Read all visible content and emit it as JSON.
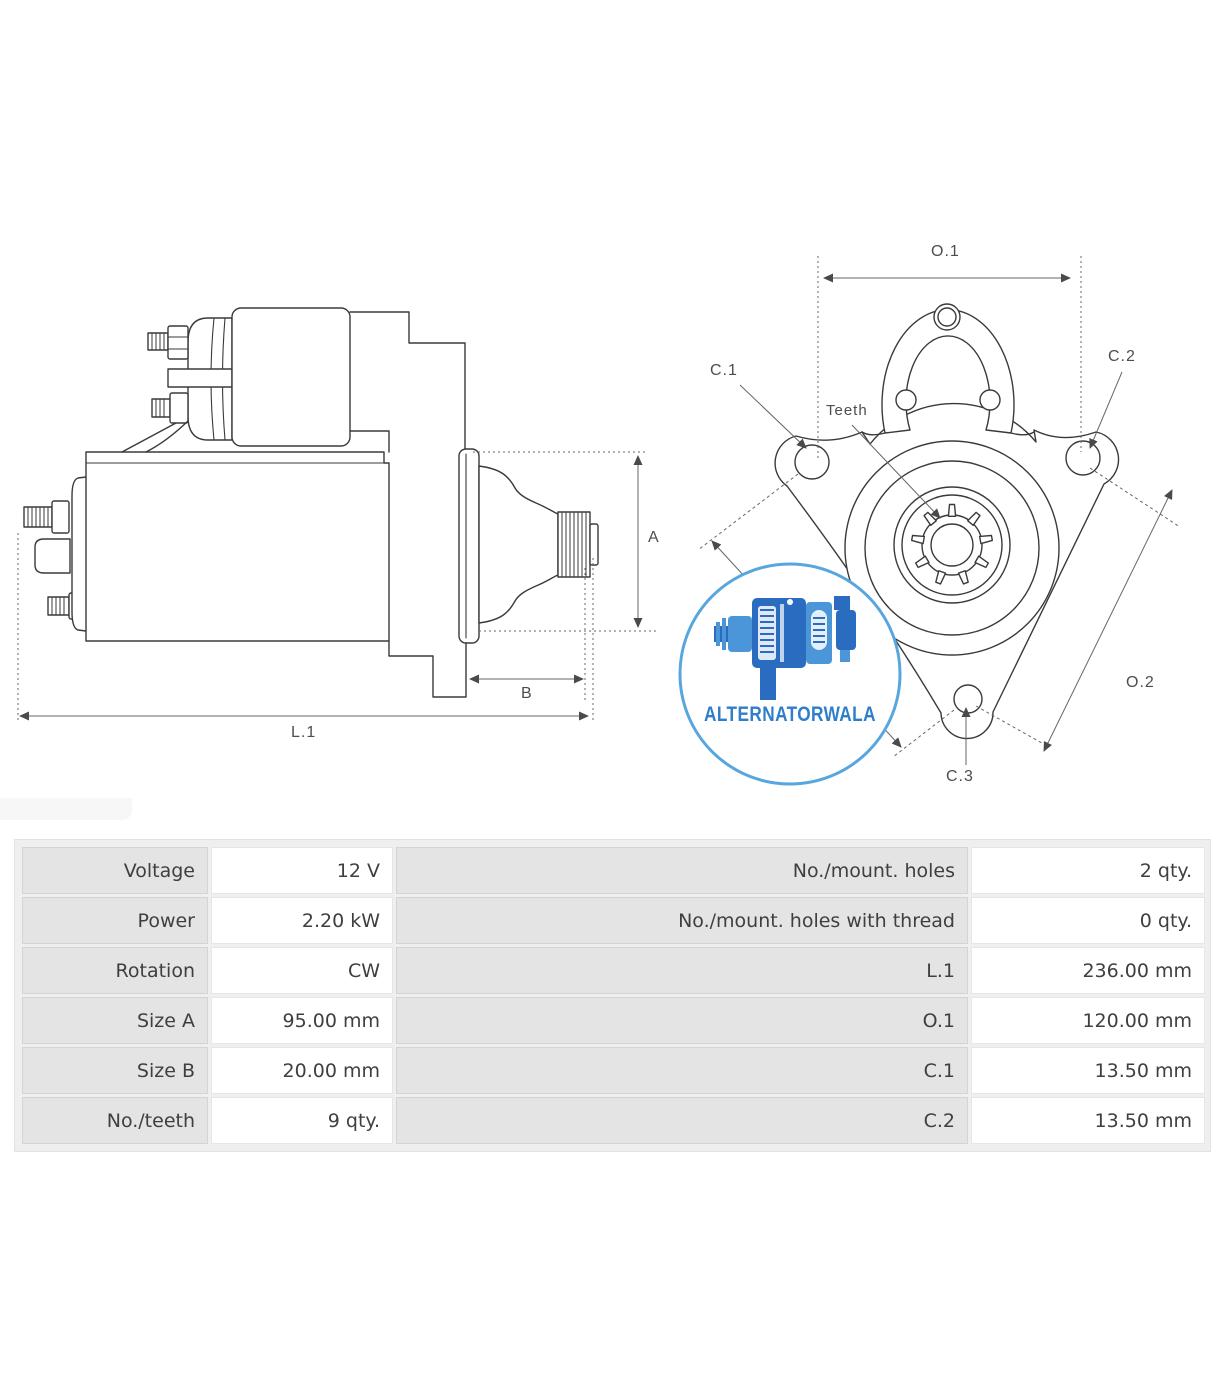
{
  "drawing": {
    "labels": {
      "dim_a": "A",
      "dim_b": "B",
      "dim_l1": "L.1",
      "dim_o1": "O.1",
      "dim_o2": "O.2",
      "dim_c1": "C.1",
      "dim_c2": "C.2",
      "dim_c3": "C.3",
      "teeth": "Teeth"
    },
    "logo": {
      "text": "ALTERNATORWALA",
      "circle_color": "#58a6e0",
      "text_color": "#2f7ec9",
      "icon": "alternator-icon",
      "icon_dark": "#2a6cc0",
      "icon_light": "#4b96d8"
    },
    "line_color": "#3a3a3a",
    "dim_color": "#666666"
  },
  "table": {
    "frame_bg": "#efefef",
    "label_bg": "#e4e4e4",
    "value_bg": "#ffffff",
    "text_color": "#3f3f3f",
    "rows": [
      {
        "c1": "Voltage",
        "c2": "12 V",
        "c3": "No./mount. holes",
        "c4": "2 qty."
      },
      {
        "c1": "Power",
        "c2": "2.20 kW",
        "c3": "No./mount. holes with thread",
        "c4": "0 qty."
      },
      {
        "c1": "Rotation",
        "c2": "CW",
        "c3": "L.1",
        "c4": "236.00 mm"
      },
      {
        "c1": "Size A",
        "c2": "95.00 mm",
        "c3": "O.1",
        "c4": "120.00 mm"
      },
      {
        "c1": "Size B",
        "c2": "20.00 mm",
        "c3": "C.1",
        "c4": "13.50 mm"
      },
      {
        "c1": "No./teeth",
        "c2": "9 qty.",
        "c3": "C.2",
        "c4": "13.50 mm"
      }
    ]
  }
}
